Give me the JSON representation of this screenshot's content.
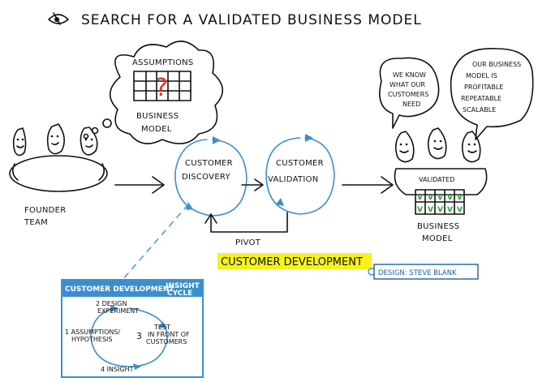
{
  "title": "SEARCH FOR A VALIDATED BUSINESS MODEL",
  "thought_bubble": {
    "top_label": "ASSUMPTIONS",
    "question_mark": "?",
    "bottom_label_line1": "BUSINESS",
    "bottom_label_line2": "MODEL"
  },
  "founder_team": {
    "line1": "FOUNDER",
    "line2": "TEAM"
  },
  "loops": {
    "discovery_line1": "CUSTOMER",
    "discovery_line2": "DISCOVERY",
    "validation_line1": "CUSTOMER",
    "validation_line2": "VALIDATION",
    "pivot": "PIVOT"
  },
  "speech_left": [
    "WE KNOW",
    "WHAT OUR",
    "CUSTOMERS",
    "NEED"
  ],
  "speech_right": [
    "OUR BUSINESS",
    "MODEL IS",
    "PROFITABLE",
    "REPEATABLE",
    "SCALABLE"
  ],
  "validated": {
    "label": "VALIDATED",
    "bottom_line1": "BUSINESS",
    "bottom_line2": "MODEL",
    "check": "V"
  },
  "customer_development": "CUSTOMER DEVELOPMENT",
  "design_credit": "DESIGN: STEVE BLANK",
  "insight_box": {
    "header_left": "CUSTOMER DEVELOPMENT",
    "header_right_line1": "INSIGHT",
    "header_right_line2": "CYCLE",
    "step1_line1": "1 ASSUMPTIONS/",
    "step1_line2": "HYPOTHESIS",
    "step2_line1": "2 DESIGN",
    "step2_line2": "EXPERIMENT",
    "step3_num": "3",
    "step3_line1": "TEST",
    "step3_line2": "IN FRONT OF",
    "step3_line3": "CUSTOMERS",
    "step4": "4 INSIGHT"
  },
  "colors": {
    "ink": "#111111",
    "accent_blue": "#3a8fd0",
    "highlight_yellow": "#f5f21f",
    "check_green": "#2aa02a",
    "question_red": "#e0322a"
  }
}
